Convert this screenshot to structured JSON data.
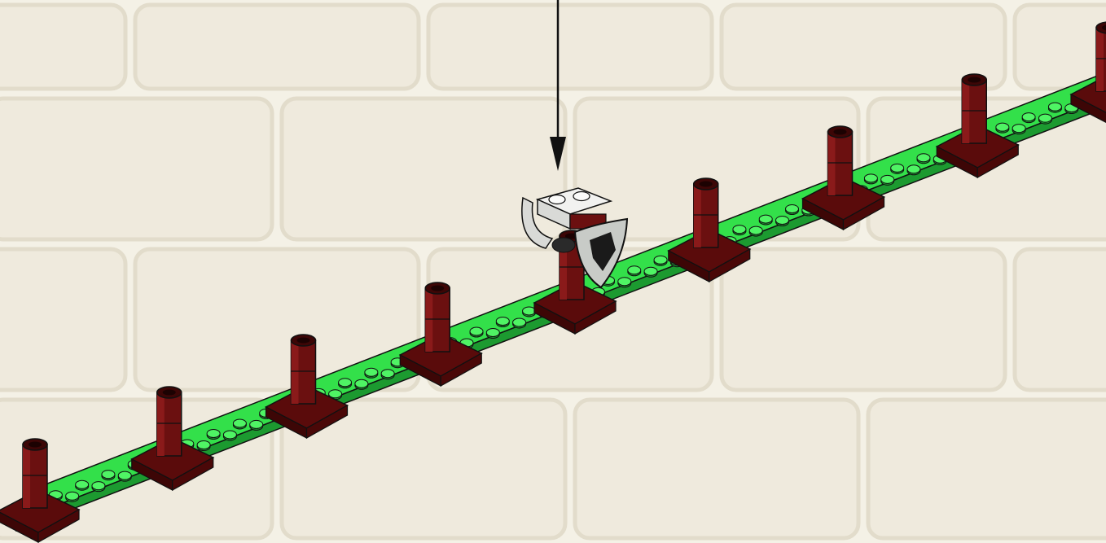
{
  "scene": {
    "background": {
      "name": "stone-wall-background",
      "color": "#f4f1e6",
      "block_color": "#efeadd",
      "mortar_color": "#e2dccb"
    },
    "baseplate": {
      "name": "green-baseplate",
      "color": "#33e04a",
      "dark": "#1c9a30",
      "stud": "#22b63a",
      "stud_top": "#4ff464"
    },
    "posts": {
      "name": "dark-red-post",
      "count": 9,
      "color": "#6b1010",
      "dark": "#3d0606",
      "plate": "#5a0b0b"
    },
    "assembly": {
      "name": "shield-assembly",
      "bracket": "#d9dad7",
      "shield": "#c8cbc7",
      "emblem": "#1a1a1a"
    },
    "arrow": {
      "name": "instruction-arrow",
      "color": "#111111"
    }
  }
}
